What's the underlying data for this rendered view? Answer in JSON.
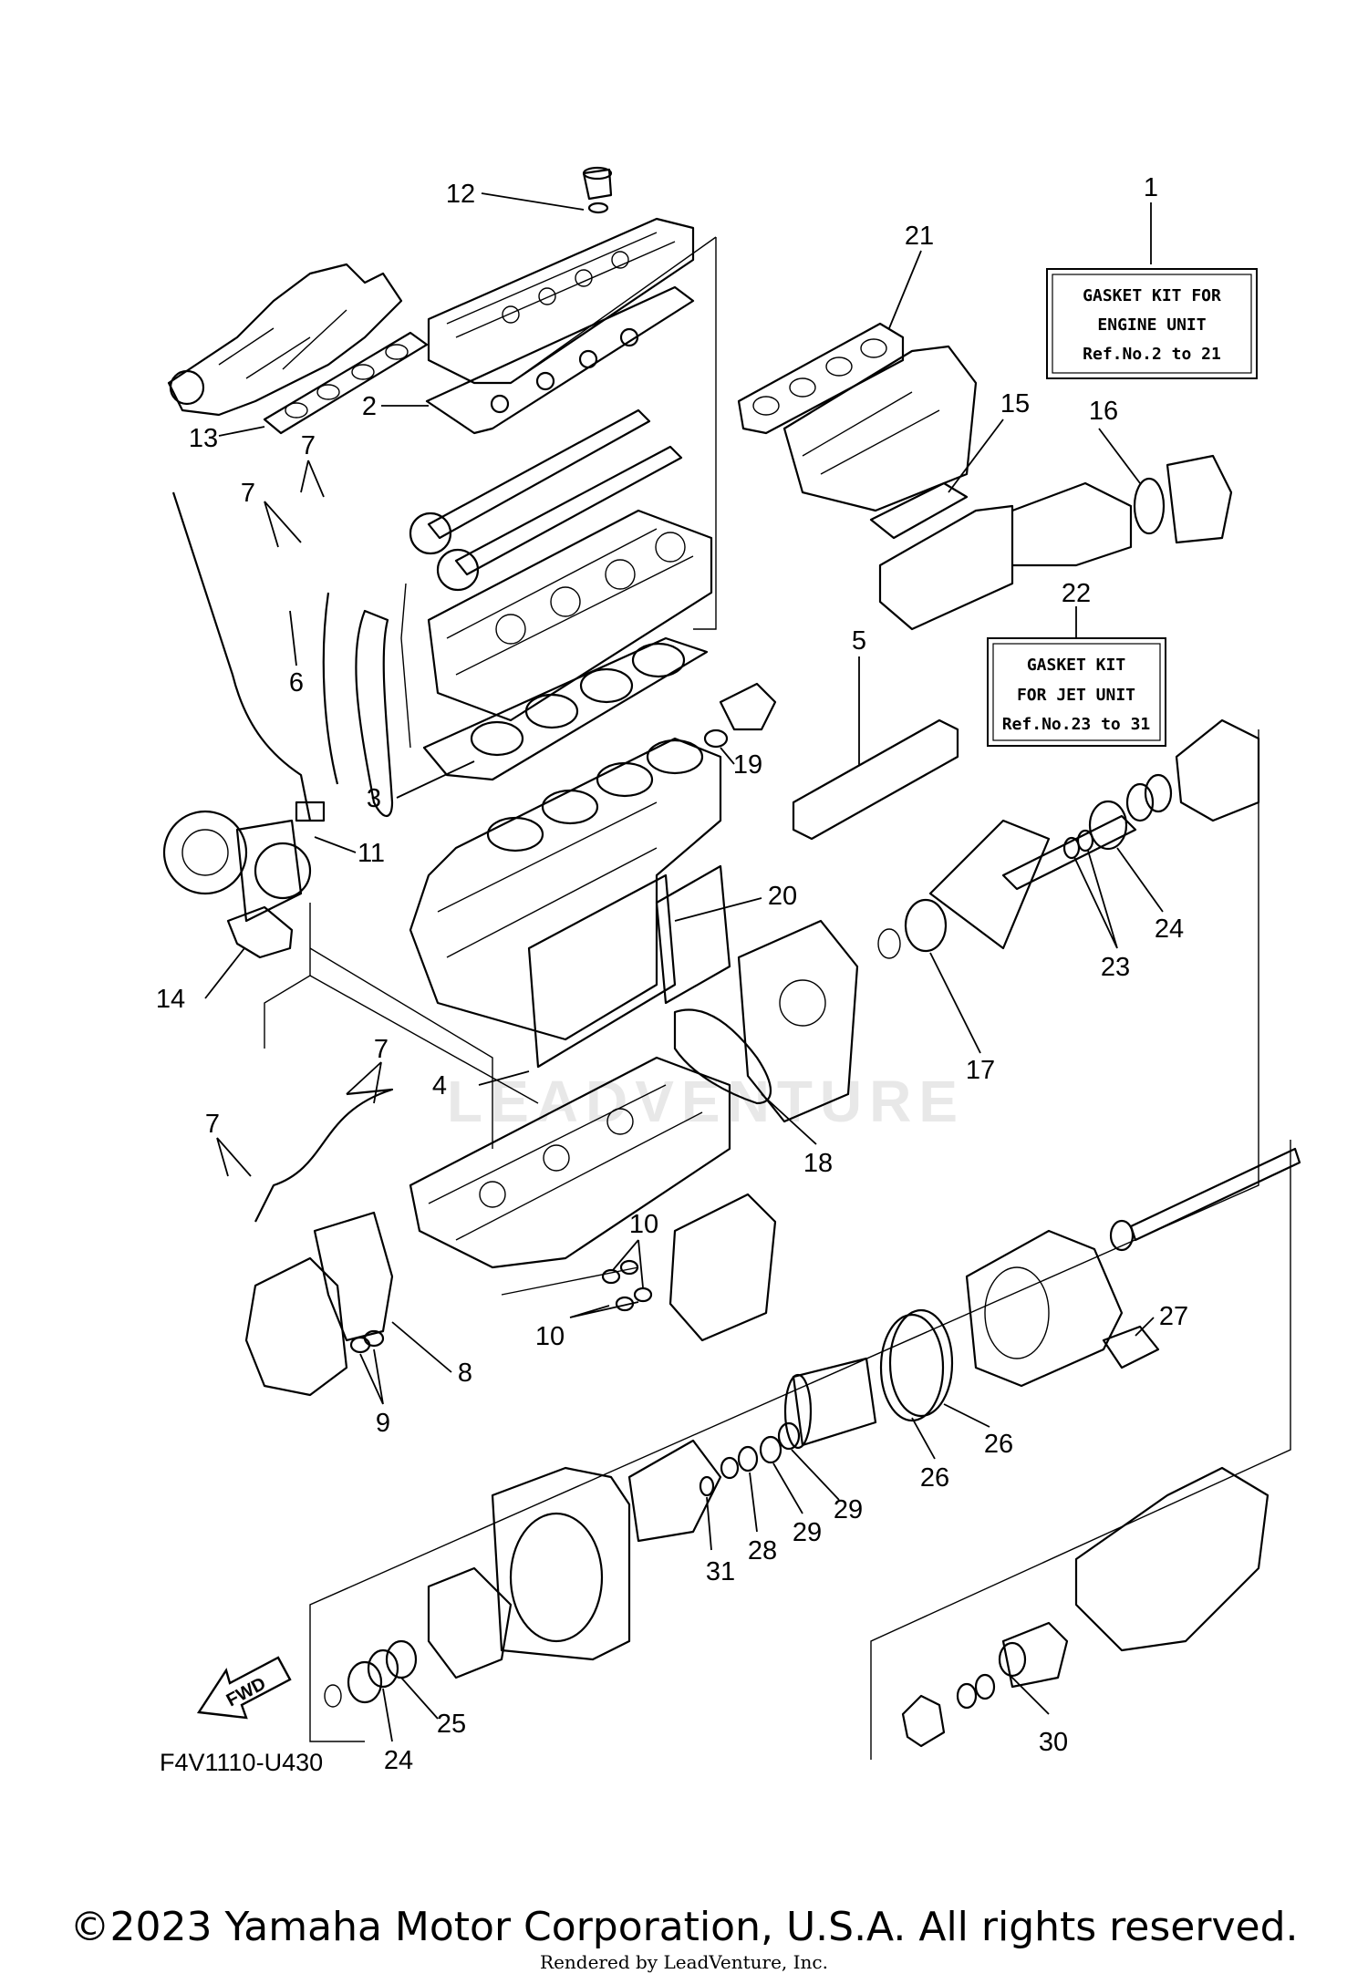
{
  "diagram_id": "F4V1110-U430",
  "fwd_label": "FWD",
  "watermark": "LEADVENTURE",
  "copyright": "©2023 Yamaha Motor Corporation, U.S.A. All rights reserved.",
  "rendered_by": "Rendered by LeadVenture, Inc.",
  "kits": [
    {
      "ref": "1",
      "lines": [
        "GASKET KIT FOR",
        "ENGINE UNIT",
        "Ref.No.2 to 21"
      ]
    },
    {
      "ref": "22",
      "lines": [
        "GASKET KIT",
        "FOR JET UNIT",
        "Ref.No.23 to 31"
      ]
    }
  ],
  "callouts": [
    "12",
    "2",
    "13",
    "7",
    "7",
    "6",
    "3",
    "11",
    "14",
    "21",
    "15",
    "16",
    "19",
    "5",
    "20",
    "4",
    "7",
    "7",
    "8",
    "9",
    "10",
    "10",
    "18",
    "17",
    "23",
    "24",
    "27",
    "26",
    "26",
    "29",
    "29",
    "28",
    "31",
    "25",
    "24",
    "30"
  ]
}
